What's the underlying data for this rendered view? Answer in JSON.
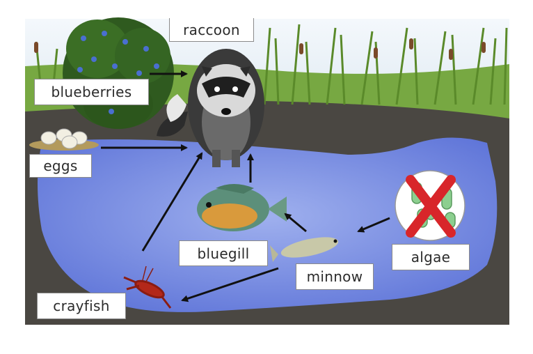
{
  "labels": {
    "raccoon": "raccoon",
    "blueberries": "blueberries",
    "eggs": "eggs",
    "bluegill": "bluegill",
    "minnow": "minnow",
    "algae": "algae",
    "crayfish": "crayfish"
  },
  "colors": {
    "sky": "#eef4fa",
    "grass": "#6f9e3c",
    "soil": "#4a4742",
    "water": "#6b82e0",
    "arrow": "#111111",
    "x_mark": "#d8262a"
  },
  "algae_status": "crossed-out"
}
